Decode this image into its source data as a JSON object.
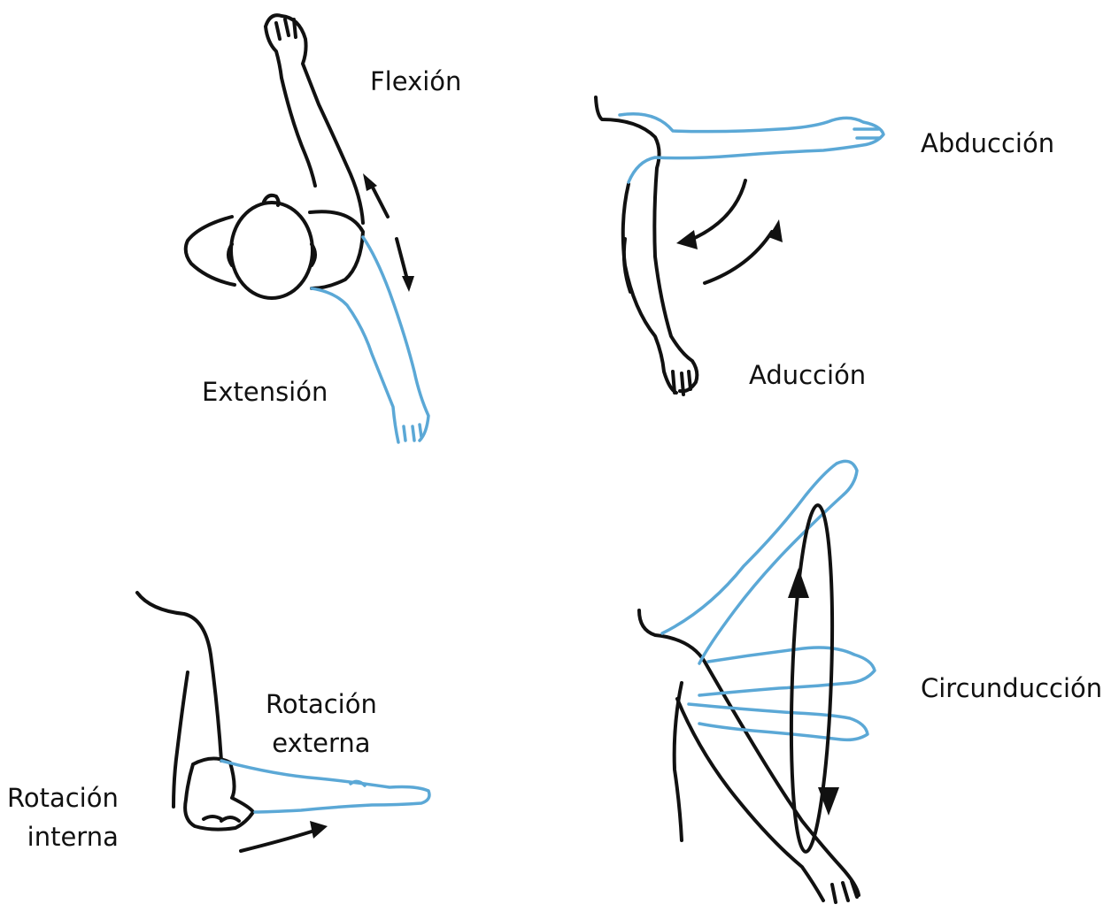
{
  "labels": {
    "flexion": "Flexión",
    "extension": "Extensión",
    "abduction": "Abducción",
    "adduction": "Aducción",
    "external_rotation": [
      "Rotación",
      "externa"
    ],
    "internal_rotation": [
      "Rotación",
      "interna"
    ],
    "circumduction": "Circunducción"
  },
  "colors": {
    "outline": "#111111",
    "arm_alternate": "#5ba8d6",
    "background": "#ffffff"
  }
}
